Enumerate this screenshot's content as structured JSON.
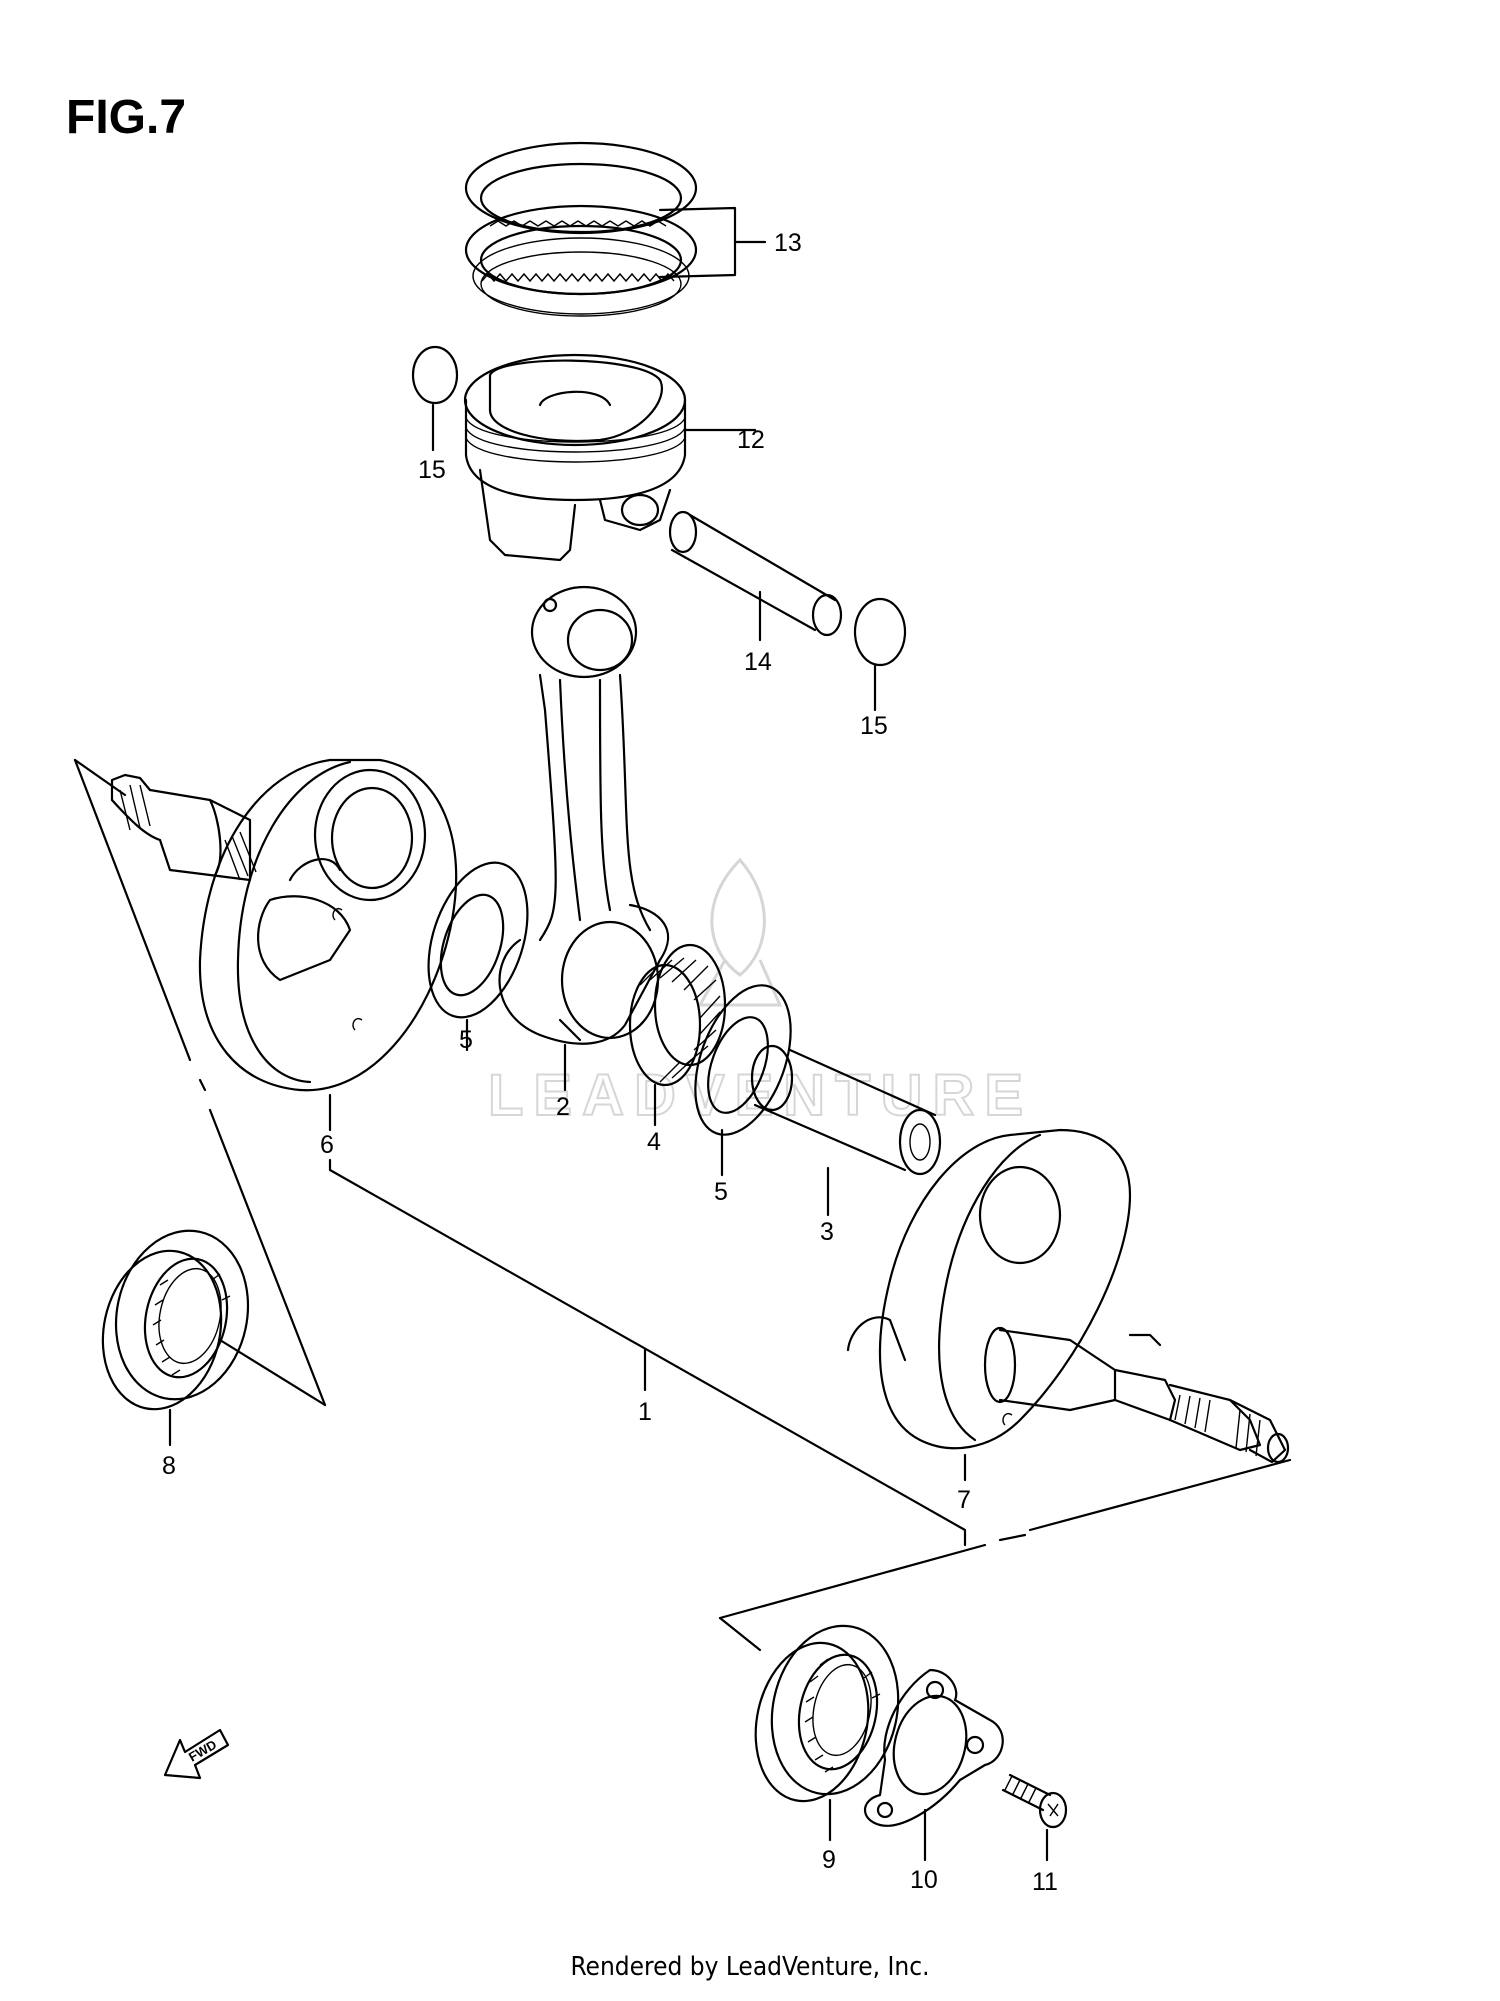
{
  "figure": {
    "title": "FIG.7"
  },
  "footer": {
    "text": "Rendered by LeadVenture, Inc."
  },
  "watermark": {
    "text": "LEADVENTURE"
  },
  "fwd_arrow": {
    "label": "FWD"
  },
  "callouts": [
    {
      "id": "c1",
      "label": "1"
    },
    {
      "id": "c2",
      "label": "2"
    },
    {
      "id": "c3",
      "label": "3"
    },
    {
      "id": "c4",
      "label": "4"
    },
    {
      "id": "c5a",
      "label": "5"
    },
    {
      "id": "c5b",
      "label": "5"
    },
    {
      "id": "c6",
      "label": "6"
    },
    {
      "id": "c7",
      "label": "7"
    },
    {
      "id": "c8",
      "label": "8"
    },
    {
      "id": "c9",
      "label": "9"
    },
    {
      "id": "c10",
      "label": "10"
    },
    {
      "id": "c11",
      "label": "11"
    },
    {
      "id": "c12",
      "label": "12"
    },
    {
      "id": "c13",
      "label": "13"
    },
    {
      "id": "c14",
      "label": "14"
    },
    {
      "id": "c15a",
      "label": "15"
    },
    {
      "id": "c15b",
      "label": "15"
    }
  ],
  "colors": {
    "line": "#000000",
    "background": "#ffffff",
    "watermark": "#d6d6d6"
  }
}
